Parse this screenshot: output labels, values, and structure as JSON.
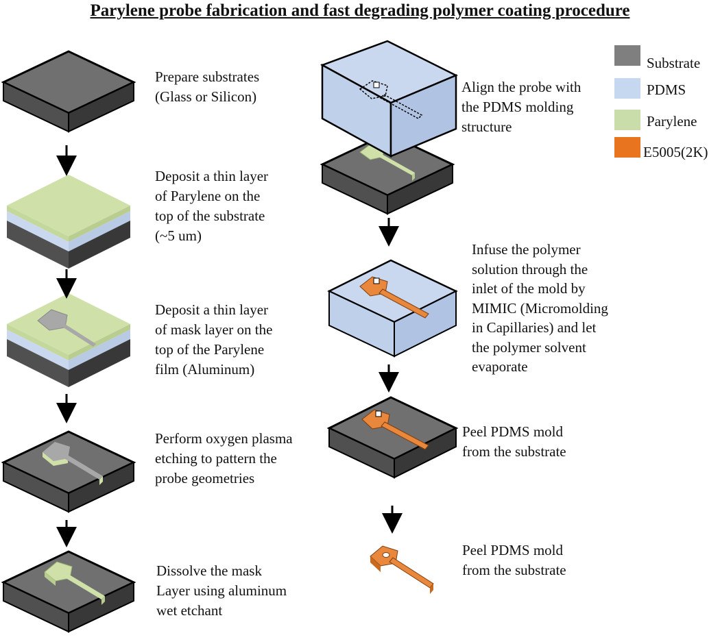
{
  "title": "Parylene probe fabrication and  fast degrading  polymer coating procedure",
  "colors": {
    "substrate_top": "#707070",
    "substrate_side": "#404040",
    "pdms": "#c9d8ef",
    "parylene": "#cfe0a8",
    "mask": "#a8a8a8",
    "polymer": "#e9883c",
    "arrow": "#000000"
  },
  "legend": [
    {
      "label": "Substrate",
      "color": "#7f7f7f"
    },
    {
      "label": "PDMS",
      "color": "#c6d7f0"
    },
    {
      "label": "Parylene",
      "color": "#c8ddaa"
    },
    {
      "label": "E5005(2K)",
      "color": "#e8741f"
    }
  ],
  "steps": {
    "left": [
      {
        "text": "Prepare substrates\n(Glass or Silicon)"
      },
      {
        "text": "Deposit a thin layer\nof Parylene on the\ntop of the substrate\n(~5 um)"
      },
      {
        "text": "Deposit a thin layer\nof mask layer on the\ntop of the Parylene\nfilm (Aluminum)"
      },
      {
        "text": "Perform oxygen plasma\netching to pattern the\nprobe geometries"
      },
      {
        "text": "Dissolve the mask\nLayer using aluminum\nwet etchant"
      }
    ],
    "right": [
      {
        "text": "Align the probe with\nthe PDMS molding\nstructure"
      },
      {
        "text": "Infuse the polymer\nsolution through the\ninlet of the mold by\nMIMIC (Micromolding\nin Capillaries) and let\nthe polymer solvent\nevaporate"
      },
      {
        "text": "Peel PDMS mold\nfrom the substrate"
      },
      {
        "text": "Peel PDMS mold\nfrom the substrate"
      }
    ]
  }
}
